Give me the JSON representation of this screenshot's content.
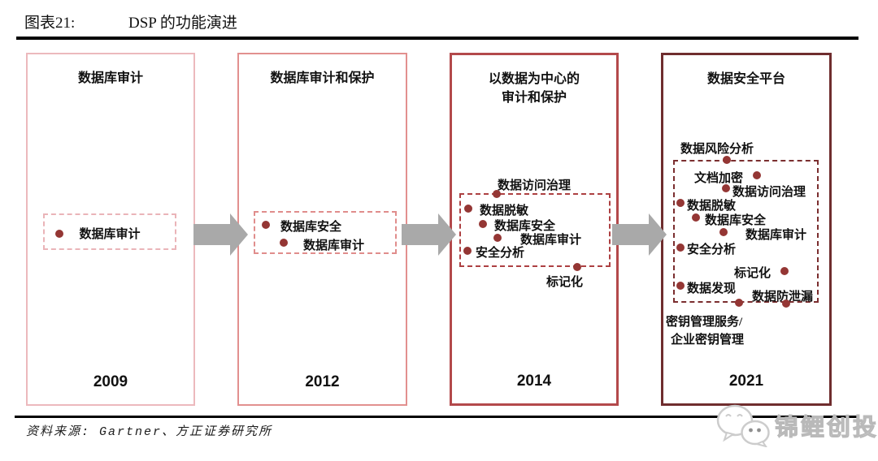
{
  "header": {
    "figure_label": "图表21:",
    "figure_title": "DSP 的功能演进"
  },
  "stages": [
    {
      "title": "数据库审计",
      "year": "2009",
      "items": [
        "数据库审计"
      ]
    },
    {
      "title": "数据库审计和保护",
      "year": "2012",
      "items": [
        "数据库安全",
        "数据库审计"
      ]
    },
    {
      "title_line1": "以数据为中心的",
      "title_line2": "审计和保护",
      "year": "2014",
      "label_above": "数据访问治理",
      "items": [
        "数据脱敏",
        "数据库安全",
        "数据库审计",
        "安全分析"
      ],
      "label_below": "标记化"
    },
    {
      "title": "数据安全平台",
      "year": "2021",
      "label_above": "数据风险分析",
      "items": [
        "文档加密",
        "数据访问治理",
        "数据脱敏",
        "数据库安全",
        "数据库审计",
        "安全分析",
        "标记化",
        "数据发现",
        "数据防泄漏"
      ],
      "label_below_line1": "密钥管理服务/",
      "label_below_line2": "企业密钥管理"
    }
  ],
  "footer": {
    "source": "资料来源: Gartner、方正证券研究所",
    "watermark": "锦鲤创投"
  },
  "colors": {
    "stage_borders": [
      "#ecb9bd",
      "#e2908f",
      "#b3494b",
      "#6f2d2e"
    ],
    "dashed_borders": [
      "#eab4b8",
      "#e08d8c",
      "#ad4042",
      "#7b2e2f"
    ],
    "bullet": "#943634",
    "arrow": "#a9a9a9"
  }
}
